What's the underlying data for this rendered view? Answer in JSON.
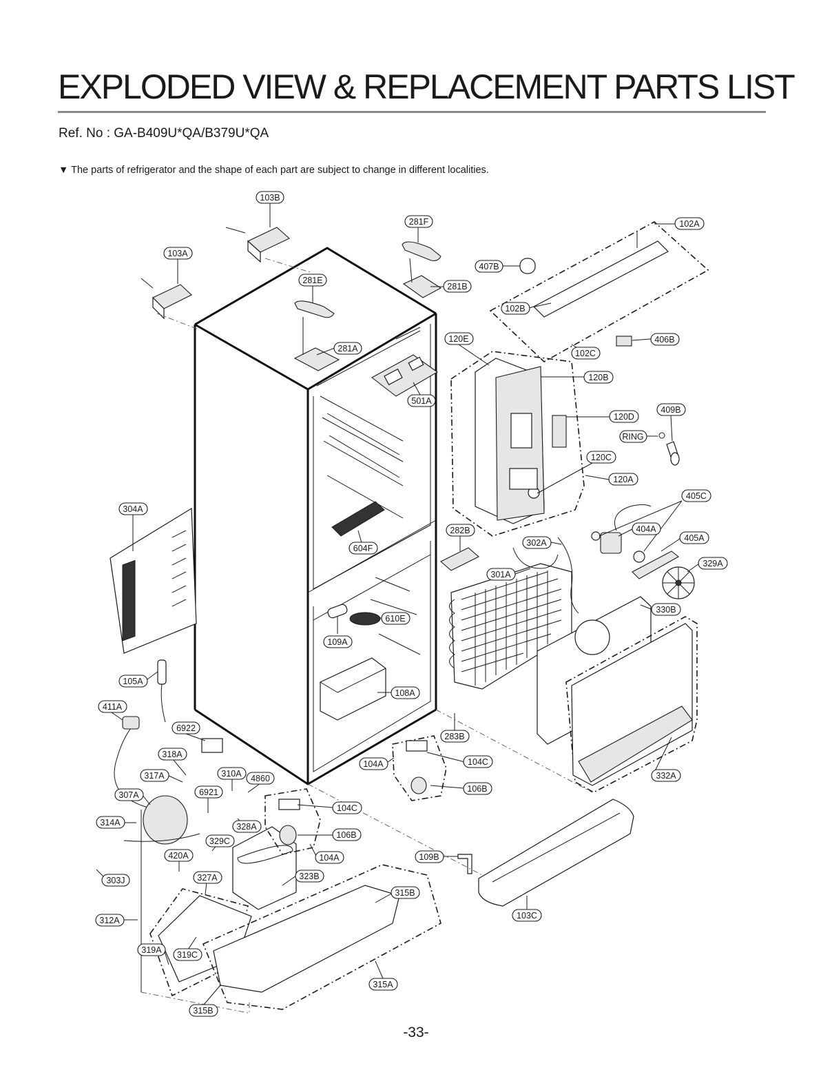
{
  "header": {
    "title": "EXPLODED VIEW & REPLACEMENT PARTS LIST",
    "ref_no": "Ref. No : GA-B409U*QA/B379U*QA",
    "note": "▼ The parts of refrigerator and the shape of each part are subject to change in different localities."
  },
  "callouts": [
    "103B",
    "281F",
    "102A",
    "103A",
    "407B",
    "281E",
    "281B",
    "102B",
    "406B",
    "281A",
    "120E",
    "102C",
    "120B",
    "501A",
    "409B",
    "120D",
    "RING",
    "120C",
    "120A",
    "405C",
    "304A",
    "404A",
    "282B",
    "405A",
    "302A",
    "604F",
    "329A",
    "301A",
    "330B",
    "610E",
    "109A",
    "105A",
    "108A",
    "411A",
    "6922",
    "283B",
    "318A",
    "104C",
    "104A",
    "317A",
    "310A",
    "4860",
    "106B",
    "332A",
    "307A",
    "6921",
    "104C",
    "314A",
    "328A",
    "106B",
    "329C",
    "104A",
    "109B",
    "420A",
    "303J",
    "327A",
    "323B",
    "315B",
    "312A",
    "103C",
    "319A",
    "319C",
    "315A",
    "315B"
  ],
  "footer": {
    "page_number": "-33-"
  }
}
